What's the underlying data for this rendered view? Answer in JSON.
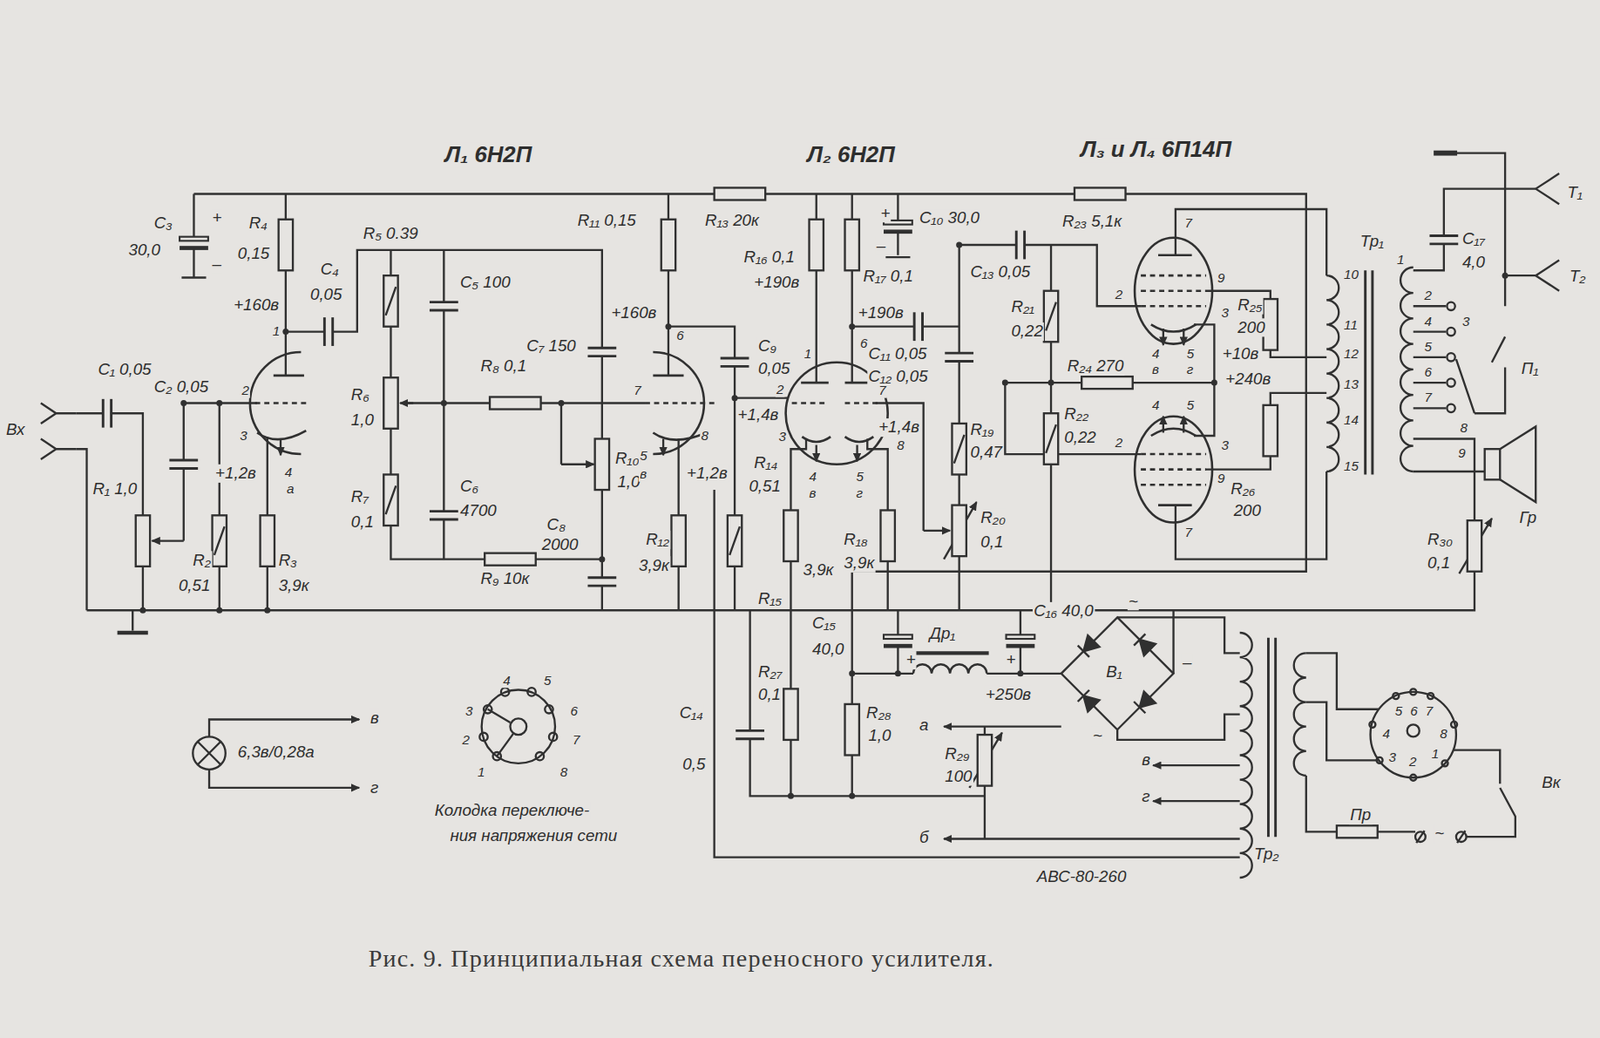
{
  "diagram": {
    "caption": "Рис. 9. Принципиальная схема переносного усилителя.",
    "labels": [
      "Л₁ 6Н2П",
      "Л₂ 6Н2П",
      "Л₃ и Л₄ 6П14П",
      "C₃",
      "30,0",
      "+",
      "–",
      "R₄",
      "0,15",
      "+160в",
      "1",
      "C₄",
      "0,05",
      "R₅ 0.39",
      "C₅ 100",
      "R₁₁ 0,15",
      "R₁₃ 20к",
      "C₁ 0,05",
      "C₂ 0,05",
      "Вх",
      "2",
      "3",
      "+1,2в",
      "4",
      "а",
      "R₁ 1,0",
      "R₂",
      "0,51",
      "R₃",
      "3,9к",
      "R₆",
      "1,0",
      "R₈ 0,1",
      "R₇",
      "0,1",
      "C₆",
      "4700",
      "R₉ 10к",
      "C₈",
      "2000",
      "C₇ 150",
      "R₁₀",
      "1,0",
      "+160в",
      "6",
      "7",
      "8",
      "5",
      "в",
      "+1,2в",
      "R₁₂",
      "3,9к",
      "C₉",
      "0,05",
      "R₁₆ 0,1",
      "+190в",
      "R₁₇ 0,1",
      "C₁₀ 30,0",
      "+",
      "–",
      "+190в",
      "1",
      "6",
      "2",
      "3",
      "7",
      "8",
      "4",
      "в",
      "5",
      "г",
      "+1,4в",
      "+1,4в",
      "R₁₄",
      "0,51",
      "R₁₅",
      "3,9к",
      "R₁₈",
      "3,9к",
      "C₁₁ 0,05",
      "C₁₂ 0,05",
      "R₁₉",
      "0,47",
      "R₂₀",
      "0,1",
      "C₁₃ 0,05",
      "R₂₁",
      "0,22",
      "R₂₃ 5,1к",
      "R₂₄ 270",
      "R₂₂",
      "0,22",
      "7",
      "2",
      "9",
      "3",
      "4",
      "5",
      "в",
      "г",
      "4",
      "5",
      "3",
      "2",
      "9",
      "7",
      "R₂₅",
      "200",
      "R₂₆",
      "200",
      "+10в",
      "+240в",
      "10",
      "11",
      "12",
      "13",
      "14",
      "15",
      "Тр₁",
      "Т₁",
      "Т₂",
      "C₁₇",
      "4,0",
      "1",
      "2",
      "4",
      "3",
      "5",
      "6",
      "7",
      "8",
      "9",
      "П₁",
      "Гр",
      "R₃₀",
      "0,1",
      "C₁₅",
      "40,0",
      "Др₁",
      "C₁₆ 40,0",
      "~",
      "+",
      "+",
      "+250в",
      "В₁",
      "–",
      "~",
      "в",
      "г",
      "а",
      "R₂₉",
      "100",
      "б",
      "R₂₈",
      "1,0",
      "R₂₇",
      "0,1",
      "C₁₄",
      "0,5",
      "АВС-80-260",
      "Тр₂",
      "Пр",
      "Вк",
      "5",
      "6",
      "7",
      "4",
      "8",
      "3",
      "2",
      "1",
      "~",
      "6,3в/0,28а",
      "в",
      "г",
      "4",
      "5",
      "3",
      "6",
      "2",
      "7",
      "1",
      "8",
      "Колодка переключе-",
      "ния напряжения сети"
    ]
  }
}
